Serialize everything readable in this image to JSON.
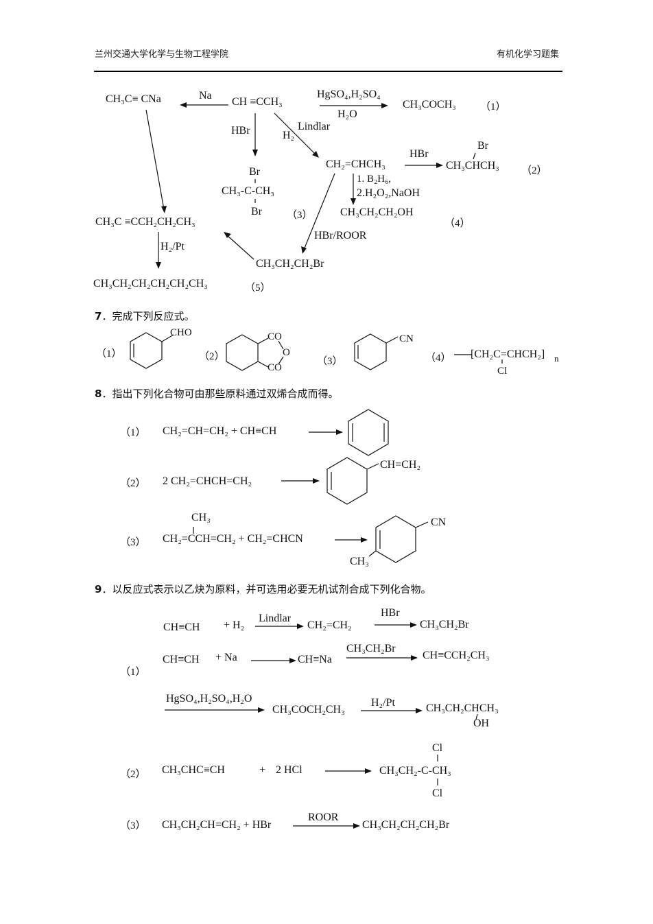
{
  "header": {
    "left": "兰州交通大学化学与生物工程学院",
    "right": "有机化学习题集"
  },
  "scheme": {
    "propyne": "CH ≡CCH₃",
    "sodium_salt": "CH₃C≡ CNa",
    "na": "Na",
    "hgso4": "HgSO₄,H₂SO₄",
    "h2o": "H₂O",
    "acetone": "CH₃COCH₃",
    "l1": "（1）",
    "hbr_down": "HBr",
    "lindlar": "Lindlar",
    "h2": "H₂",
    "br_top": "Br",
    "dibromide": "CH₃-C-CH₃",
    "br_bottom": "Br",
    "l3": "（3）",
    "propene": "CH₂=CHCH₃",
    "hbr_right": "HBr",
    "br_2": "Br",
    "bromopropane": "CH₃CHCH₃",
    "l2": "（2）",
    "b2h6": "1. B₂H₆,",
    "h2o2": "2.H₂O₂,NaOH",
    "propanol": "CH₃CH₂CH₂OH",
    "l4": "（4）",
    "hexyne": "CH₃C ≡CCH₂CH₂CH₃",
    "hbr_roor": "HBr/ROOR",
    "h2pt": "H₂/Pt",
    "propylbromide": "CH₃CH₂CH₂Br",
    "hexane": "CH₃CH₂CH₂CH₂CH₂CH₃",
    "l5": "（5）"
  },
  "q7": {
    "num": "7",
    "text": "．完成下列反应式。",
    "l1": "（1）",
    "cho": "CHO",
    "l2": "（2）",
    "co_top": "CO",
    "o": "O",
    "co_bottom": "CO",
    "l3": "（3）",
    "cn": "CN",
    "l4": "（4）",
    "polymer": "[CH₂C=CHCH₂]",
    "n": "n",
    "cl": "Cl"
  },
  "q8": {
    "num": "8",
    "text": "．指出下列化合物可由那些原料通过双烯合成而得。",
    "r1": {
      "label": "（1）",
      "eq": "CH₂=CH=CH₂ + CH≡CH"
    },
    "r2": {
      "label": "（2）",
      "eq": "2 CH₂=CHCH=CH₂",
      "sub": "CH=CH₂"
    },
    "r3": {
      "label": "（3）",
      "ch3_top": "CH₃",
      "eq": "CH₂=CCH=CH₂ + CH₂=CHCN",
      "cn": "CN",
      "ch3_bottom": "CH₃"
    }
  },
  "q9": {
    "num": "9",
    "text": "．以反应式表示以乙炔为原料，并可选用必要无机试剂合成下列化合物。",
    "p1": {
      "label": "（1）",
      "a_reactant": "CH≡CH",
      "a_plus": "+ H₂",
      "a_cond": "Lindlar",
      "a_product": "CH₂=CH₂",
      "a_cond2": "HBr",
      "a_final": "CH₃CH₂Br",
      "b_reactant": "CH≡CH",
      "b_plus": "+ Na",
      "b_mid": "CH≡Na",
      "b_cond": "CH₃CH₂Br",
      "b_product": "CH≡CCH₂CH₃",
      "c_cond": "HgSO₄,H₂SO₄,H₂O",
      "c_product": "CH₃COCH₂CH₃",
      "c_cond2": "H₂/Pt",
      "c_final": "CH₃CH₂CHCH₃",
      "c_oh": "OH"
    },
    "p2": {
      "label": "（2）",
      "reactant": "CH₃CHC≡CH",
      "plus": "+",
      "reagent": "2 HCl",
      "cl_top": "Cl",
      "product": "CH₃CH₂-C-CH₃",
      "cl_bottom": "Cl"
    },
    "p3": {
      "label": "（3）",
      "reactant": "CH₃CH₂CH=CH₂ + HBr",
      "cond": "ROOR",
      "product": "CH₃CH₂CH₂CH₂Br"
    }
  }
}
